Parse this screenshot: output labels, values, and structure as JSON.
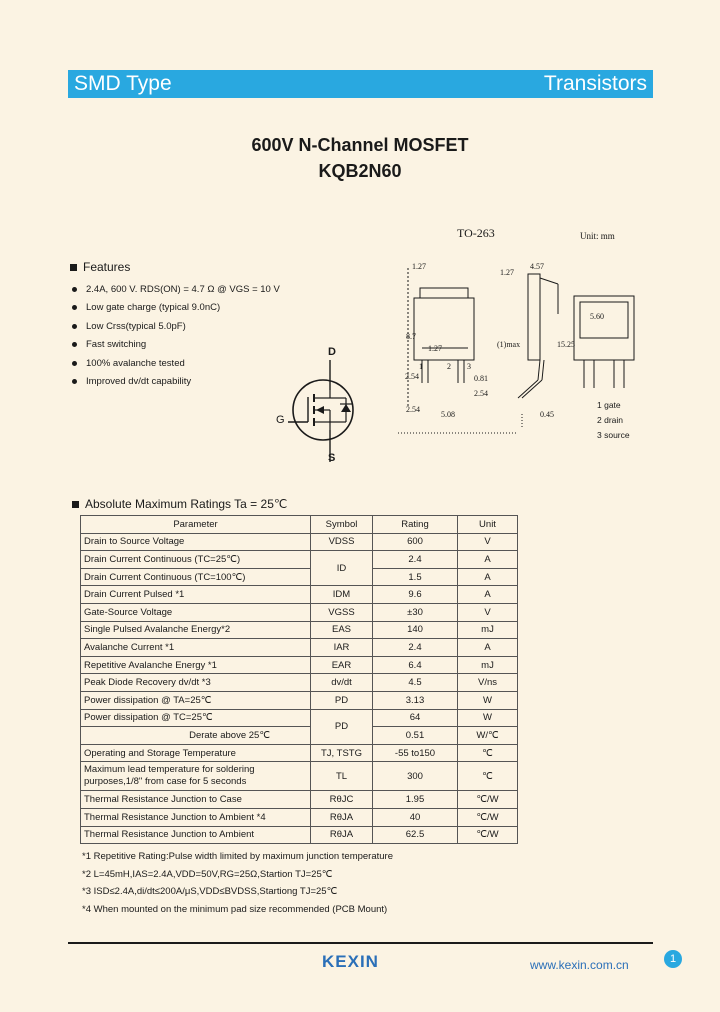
{
  "header": {
    "left": "SMD Type",
    "right": "Transistors"
  },
  "title": {
    "line1": "600V N-Channel MOSFET",
    "line2": "KQB2N60"
  },
  "features": {
    "heading": "Features",
    "items": [
      "2.4A, 600 V. RDS(ON) = 4.7 Ω @ VGS = 10 V",
      "Low gate charge (typical 9.0nC)",
      "Low Crss(typical 5.0pF)",
      "Fast switching",
      "100% avalanche tested",
      "Improved dv/dt capability"
    ]
  },
  "symbol": {
    "drain": "D",
    "gate": "G",
    "source": "S"
  },
  "package": {
    "name": "TO-263",
    "units": "Unit: mm",
    "pins": [
      "1 gate",
      "2 drain",
      "3 source"
    ],
    "dims": [
      "1.27",
      "4.57",
      "1.27",
      "8.7",
      "1.27",
      "(1)max",
      "15.25",
      "5.60",
      "2.54",
      "0.81",
      "2.54",
      "5.08",
      "0.45",
      "2.54",
      "1",
      "2",
      "3"
    ]
  },
  "ratings": {
    "heading": "Absolute Maximum Ratings Ta = 25℃",
    "columns": [
      "Parameter",
      "Symbol",
      "Rating",
      "Unit"
    ],
    "rows": [
      {
        "p": "Drain to Source Voltage",
        "s": "VDSS",
        "r": "600",
        "u": "V"
      },
      {
        "p": "Drain Current Continuous  (TC=25℃)",
        "s": "ID",
        "r": "2.4",
        "u": "A"
      },
      {
        "p": "Drain Current Continuous  (TC=100℃)",
        "s": "",
        "r": "1.5",
        "u": "A"
      },
      {
        "p": "Drain Current Pulsed  *1",
        "s": "IDM",
        "r": "9.6",
        "u": "A"
      },
      {
        "p": "Gate-Source Voltage",
        "s": "VGSS",
        "r": "±30",
        "u": "V"
      },
      {
        "p": "Single Pulsed Avalanche Energy*2",
        "s": "EAS",
        "r": "140",
        "u": "mJ"
      },
      {
        "p": "Avalanche Current *1",
        "s": "IAR",
        "r": "2.4",
        "u": "A"
      },
      {
        "p": "Repetitive Avalanche Energy *1",
        "s": "EAR",
        "r": "6.4",
        "u": "mJ"
      },
      {
        "p": "Peak Diode Recovery dv/dt *3",
        "s": "dv/dt",
        "r": "4.5",
        "u": "V/ns"
      },
      {
        "p": "Power dissipation @ TA=25℃",
        "s": "PD",
        "r": "3.13",
        "u": "W"
      },
      {
        "p": "Power dissipation @ TC=25℃",
        "s": "PD",
        "r": "64",
        "u": "W"
      },
      {
        "p": "Derate above 25℃",
        "s": "",
        "r": "0.51",
        "u": "W/℃"
      },
      {
        "p": "Operating and Storage Temperature",
        "s": "TJ, TSTG",
        "r": "-55 to150",
        "u": "℃"
      },
      {
        "p": "Maximum lead temperature for soldering purposes,1/8\" from case for 5 seconds",
        "s": "TL",
        "r": "300",
        "u": "℃"
      },
      {
        "p": "Thermal Resistance Junction to Case",
        "s": "RθJC",
        "r": "1.95",
        "u": "℃/W"
      },
      {
        "p": "Thermal Resistance Junction to Ambient  *4",
        "s": "RθJA",
        "r": "40",
        "u": "℃/W"
      },
      {
        "p": "Thermal Resistance Junction to Ambient",
        "s": "RθJA",
        "r": "62.5",
        "u": "℃/W"
      }
    ]
  },
  "notes": [
    "*1 Repetitive Rating:Pulse width limited by maximum junction temperature",
    "*2 L=45mH,IAS=2.4A,VDD=50V,RG=25Ω,Startion TJ=25℃",
    "*3 ISD≤2.4A,di/dt≤200A/μS,VDD≤BVDSS,Startiong TJ=25℃",
    "*4 When mounted on the minimum pad size recommended (PCB Mount)"
  ],
  "footer": {
    "logo": "KEXIN",
    "url": "www.kexin.com.cn",
    "page": "1"
  }
}
